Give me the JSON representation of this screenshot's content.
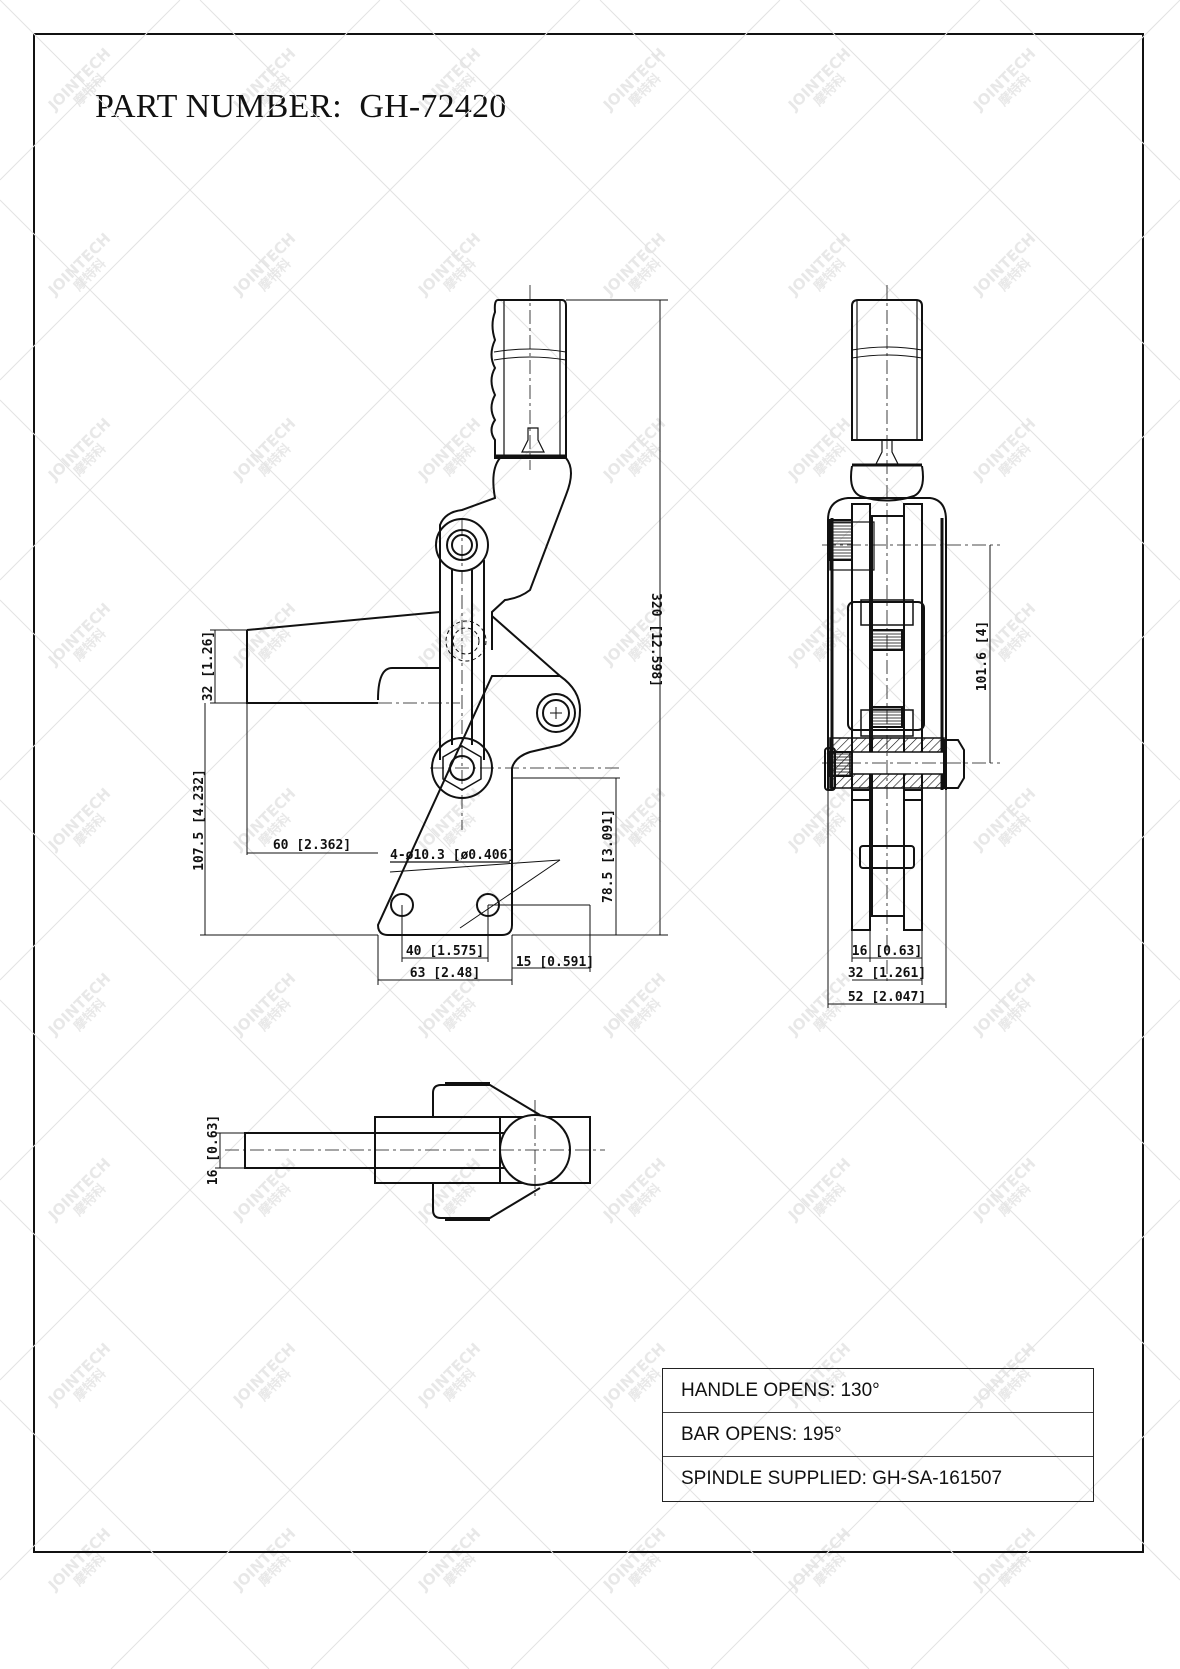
{
  "title": {
    "label": "PART NUMBER:",
    "part_number": "GH-72420"
  },
  "watermark": {
    "brand": "JOINTECH",
    "brand_cn": "摩特科"
  },
  "front_view": {
    "dimensions": {
      "overall_height": "320 [12.598]",
      "arm_height": "32 [1.26]",
      "arm_base_height": "107.5 [4.232]",
      "arm_reach": "60 [2.362]",
      "holes": "4-ø10.3 [ø0.406]",
      "hole_height": "78.5 [3.091]",
      "hole_spacing": "40 [1.575]",
      "base_width": "63 [2.48]",
      "hole_edge": "15 [0.591]"
    }
  },
  "side_view": {
    "dimensions": {
      "pivot_spacing": "101.6 [4]",
      "bar_width": "16 [0.63]",
      "slot_width": "32 [1.261]",
      "overall_width": "52 [2.047]"
    }
  },
  "top_view": {
    "dimensions": {
      "bar_thickness": "16 [0.63]"
    }
  },
  "specs": [
    {
      "label": "HANDLE OPENS:",
      "value": "130°"
    },
    {
      "label": "BAR OPENS:",
      "value": "195°"
    },
    {
      "label": "SPINDLE SUPPLIED:",
      "value": "GH-SA-161507"
    }
  ],
  "colors": {
    "line": "#111111",
    "background": "#ffffff",
    "watermark": "#c8c8c8"
  }
}
